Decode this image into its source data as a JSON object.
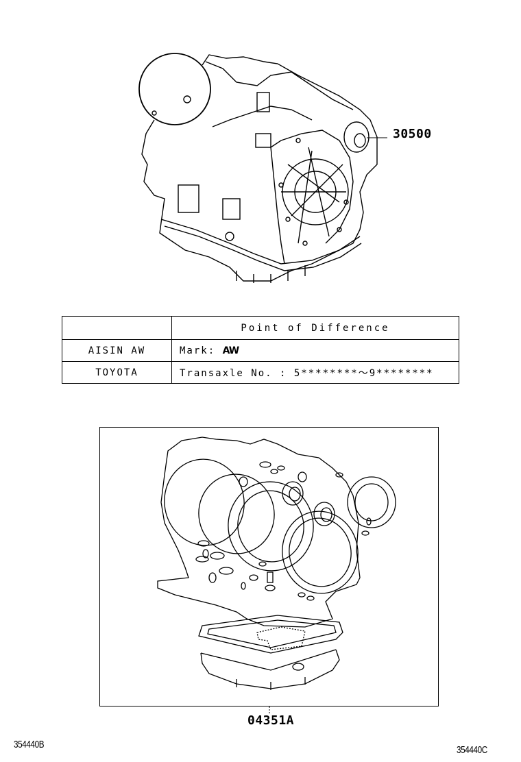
{
  "assembly": {
    "part_number": "30500",
    "illustration": "automatic-transaxle-assembly"
  },
  "difference_table": {
    "header": "Point of Difference",
    "rows": [
      {
        "maker": "AISIN AW",
        "label": "Mark:",
        "mark": "AW"
      },
      {
        "maker": "TOYOTA",
        "label": "Transaxle No. :",
        "value": "5********～9********"
      }
    ]
  },
  "gasket_kit": {
    "part_number": "04351A",
    "illustration": "overhaul-gasket-kit"
  },
  "footer": {
    "left_ref": "354440B",
    "right_ref": "354440C"
  }
}
